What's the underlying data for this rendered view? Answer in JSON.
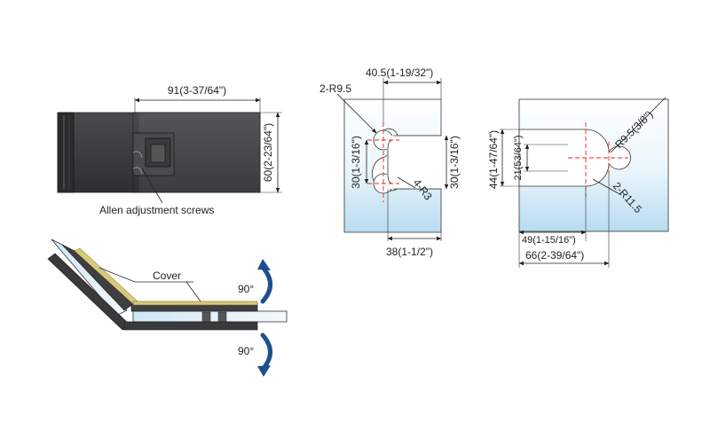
{
  "top_hinge": {
    "width_dim": "91(3-37/64\")",
    "height_dim": "60(2-23/64\")",
    "screws_label": "Allen adjustment screws"
  },
  "side_view": {
    "cover_label": "Cover",
    "angle_up": "90°",
    "angle_down": "90°",
    "arrow_color": "#1f4e8c"
  },
  "notch_view_1": {
    "width_dim": "40.5(1-19/32\")",
    "radius_top": "2-R9.5",
    "left_height": "30(1-3/16\")",
    "right_height": "30(1-3/16\")",
    "corner_radius": "4-R3",
    "bottom_dim": "38(1-1/2\")"
  },
  "notch_view_2": {
    "total_height": "44(1-47/64\")",
    "inner_height": "21(53/64\")",
    "radius_top": "R9.5(3/8\")",
    "radius_corner": "2-R11.5",
    "depth_dim": "49(1-15/16\")",
    "total_width": "66(2-39/64\")"
  },
  "colors": {
    "glass_top": "#ffffff",
    "glass_bottom": "#bcdff2",
    "hinge_body": "#3c3c3e",
    "cover": "#d8c97a"
  }
}
